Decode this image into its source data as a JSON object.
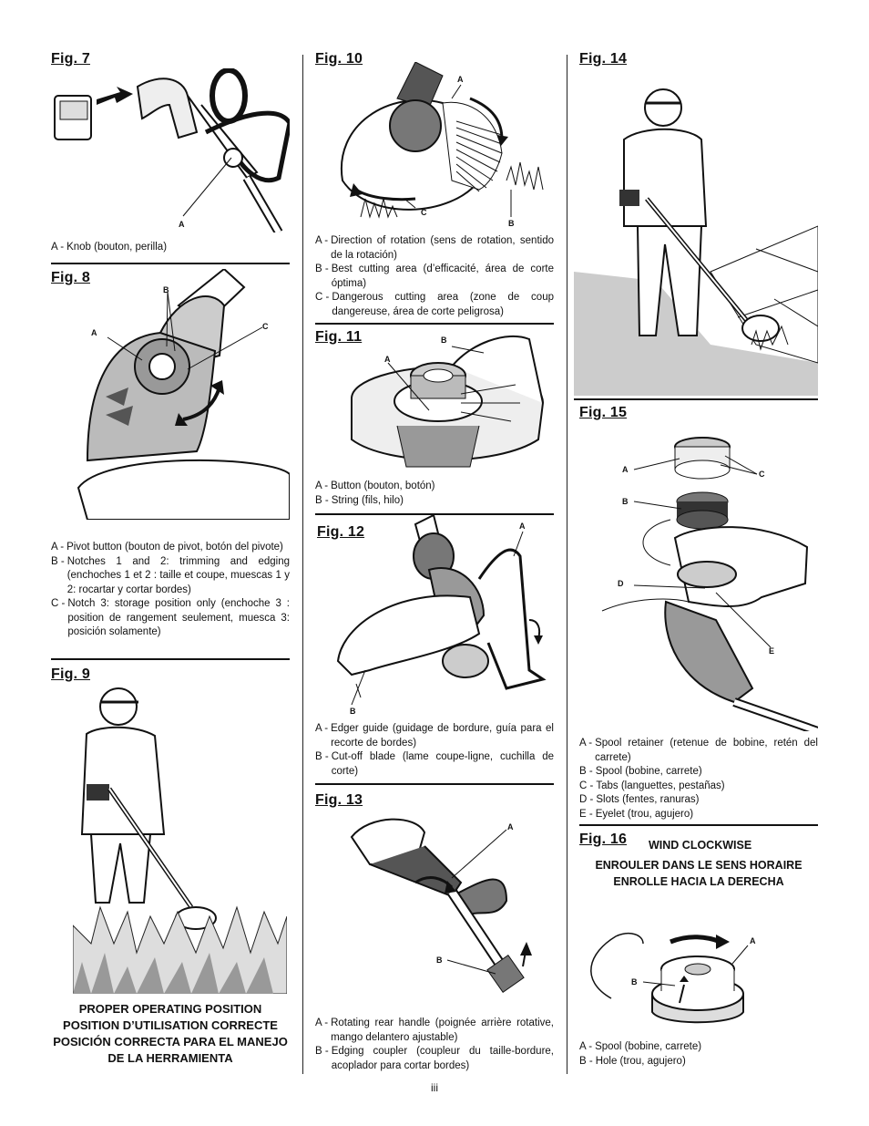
{
  "page_number": "iii",
  "fig7": {
    "title": "Fig. 7",
    "labels": [
      "A"
    ],
    "legend": [
      {
        "key": "A - ",
        "text": "Knob (bouton, perilla)"
      }
    ]
  },
  "fig8": {
    "title": "Fig. 8",
    "labels": [
      "A",
      "B",
      "C"
    ],
    "legend": [
      {
        "key": "A - ",
        "text": "Pivot button (bouton de pivot, botón del pivote)"
      },
      {
        "key": "B - ",
        "text": "Notches 1 and 2: trimming and edging (enchoches 1 et 2 : taille et coupe, muescas 1 y 2: rocartar y cortar bordes)"
      },
      {
        "key": "C - ",
        "text": "Notch 3: storage position only (enchoche 3 : position de rangement seulement, muesca 3: posición solamente)"
      }
    ]
  },
  "fig9": {
    "title": "Fig. 9",
    "caption": [
      "PROPER OPERATING POSITION",
      "POSITION D’UTILISATION CORRECTE",
      "POSICIÓN CORRECTA PARA EL MANEJO DE LA HERRAMIENTA"
    ]
  },
  "fig10": {
    "title": "Fig. 10",
    "labels": [
      "A",
      "B",
      "C"
    ],
    "legend": [
      {
        "key": "A - ",
        "text": "Direction of rotation (sens de rotation, sentido de la rotación)"
      },
      {
        "key": "B - ",
        "text": "Best cutting area (d’efficacité, área de corte óptima)"
      },
      {
        "key": "C - ",
        "text": "Dangerous cutting area (zone de coup dangereuse, área de corte peligrosa)"
      }
    ]
  },
  "fig11": {
    "title": "Fig. 11",
    "labels": [
      "A",
      "B"
    ],
    "legend": [
      {
        "key": "A - ",
        "text": "Button (bouton, botón)"
      },
      {
        "key": "B - ",
        "text": "String (fils, hilo)"
      }
    ]
  },
  "fig12": {
    "title": "Fig. 12",
    "labels": [
      "A",
      "B"
    ],
    "legend": [
      {
        "key": "A - ",
        "text": "Edger guide (guidage de bordure, guía para el recorte de bordes)"
      },
      {
        "key": "B - ",
        "text": "Cut-off blade (lame coupe-ligne, cuchilla de corte)"
      }
    ]
  },
  "fig13": {
    "title": "Fig. 13",
    "labels": [
      "A",
      "B"
    ],
    "legend": [
      {
        "key": "A - ",
        "text": "Rotating rear handle (poignée arrière rotative, mango delantero ajustable)"
      },
      {
        "key": "B - ",
        "text": "Edging coupler (coupleur du taille-bordure, acoplador para cortar bordes)"
      }
    ]
  },
  "fig14": {
    "title": "Fig. 14"
  },
  "fig15": {
    "title": "Fig. 15",
    "labels": [
      "A",
      "B",
      "C",
      "D",
      "E"
    ],
    "legend": [
      {
        "key": "A - ",
        "text": "Spool retainer (retenue de bobine, retén del carrete)"
      },
      {
        "key": "B - ",
        "text": "Spool (bobine, carrete)"
      },
      {
        "key": "C - ",
        "text": "Tabs (languettes, pestañas)"
      },
      {
        "key": "D - ",
        "text": "Slots (fentes, ranuras)"
      },
      {
        "key": "E - ",
        "text": "Eyelet (trou, agujero)"
      }
    ]
  },
  "fig16": {
    "title": "Fig. 16",
    "heading": [
      "WIND CLOCKWISE",
      "ENROULER DANS LE SENS HORAIRE",
      "ENROLLE HACIA LA DERECHA"
    ],
    "labels": [
      "A",
      "B"
    ],
    "legend": [
      {
        "key": "A -",
        "text": "Spool (bobine, carrete)"
      },
      {
        "key": "B - ",
        "text": "Hole (trou, agujero)"
      }
    ]
  }
}
